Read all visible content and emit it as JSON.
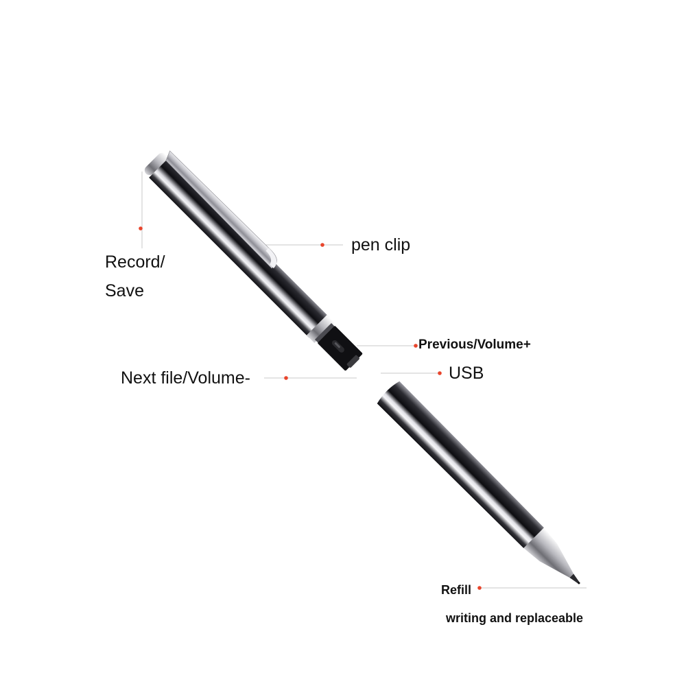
{
  "labels": {
    "record_line1": "Record/",
    "record_line2": "Save",
    "pen_clip": "pen clip",
    "previous_volume": "Previous/Volume+",
    "usb": "USB",
    "next_file_volume": "Next file/Volume-",
    "refill": "Refill",
    "refill_desc": "writing and replaceable"
  },
  "colors": {
    "dot": "#e8452c",
    "leader_line": "#c8c8c8",
    "text": "#111111",
    "pen_body_dark": "#1a1a1e",
    "pen_body_mid": "#6b6b73",
    "pen_highlight": "#e8e8ec",
    "chrome": "#cfcfd4"
  }
}
